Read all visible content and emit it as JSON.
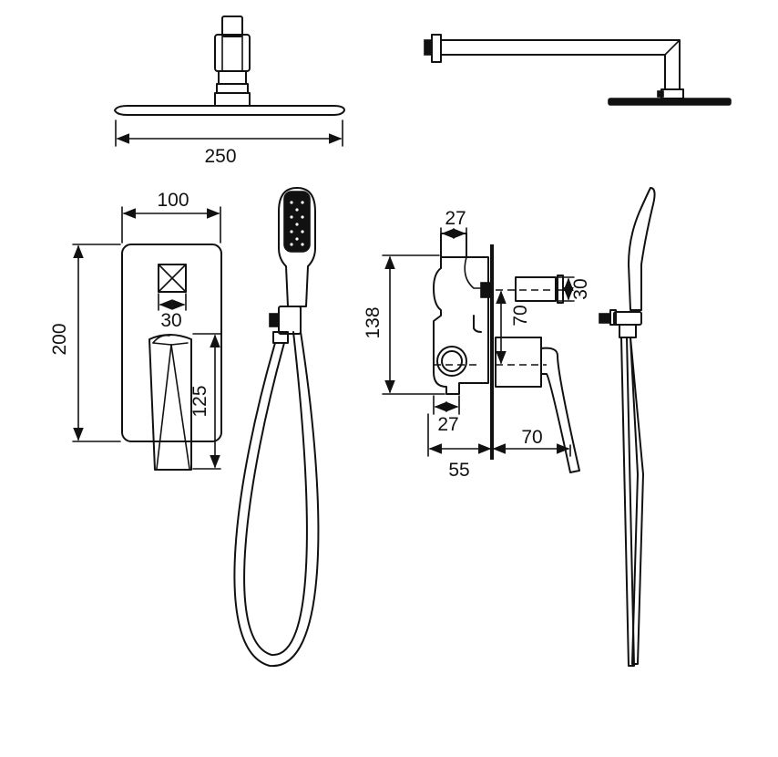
{
  "dimensions": {
    "shower_head_width": "250",
    "plate_width": "100",
    "plate_height": "200",
    "handle_square": "30",
    "spout_height": "125",
    "mixer_top": "27",
    "mixer_height": "138",
    "outlet_size": "30",
    "outlet_offset": "70",
    "mixer_bottom": "27",
    "mixer_depth": "55",
    "handle_projection": "70"
  },
  "colors": {
    "line": "#111111",
    "background": "#ffffff"
  }
}
